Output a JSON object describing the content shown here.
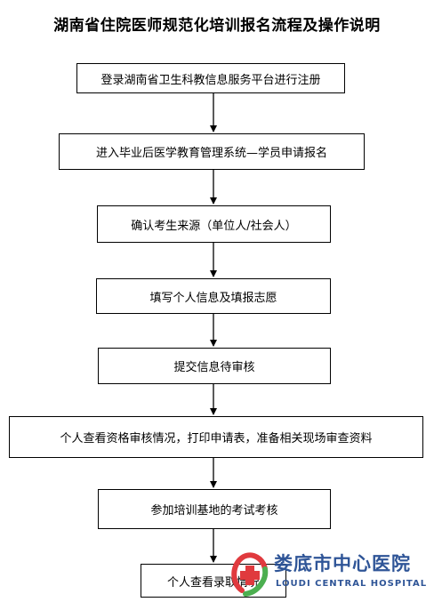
{
  "title": "湖南省住院医师规范化培训报名流程及操作说明",
  "steps": [
    "登录湖南省卫生科教信息服务平台进行注册",
    "进入毕业后医学教育管理系统—学员申请报名",
    "确认考生来源（单位人/社会人）",
    "填写个人信息及填报志愿",
    "提交信息待审核",
    "个人查看资格审核情况，打印申请表，准备相关现场审查资料",
    "参加培训基地的考试考核",
    "个人查看录取情况"
  ],
  "watermark": {
    "name_cn": "娄底市中心医院",
    "name_en": "LOUDI CENTRAL HOSPITAL",
    "colors": {
      "red": "#e03a3e",
      "green": "#4caf50",
      "blue": "#2f5597"
    }
  }
}
